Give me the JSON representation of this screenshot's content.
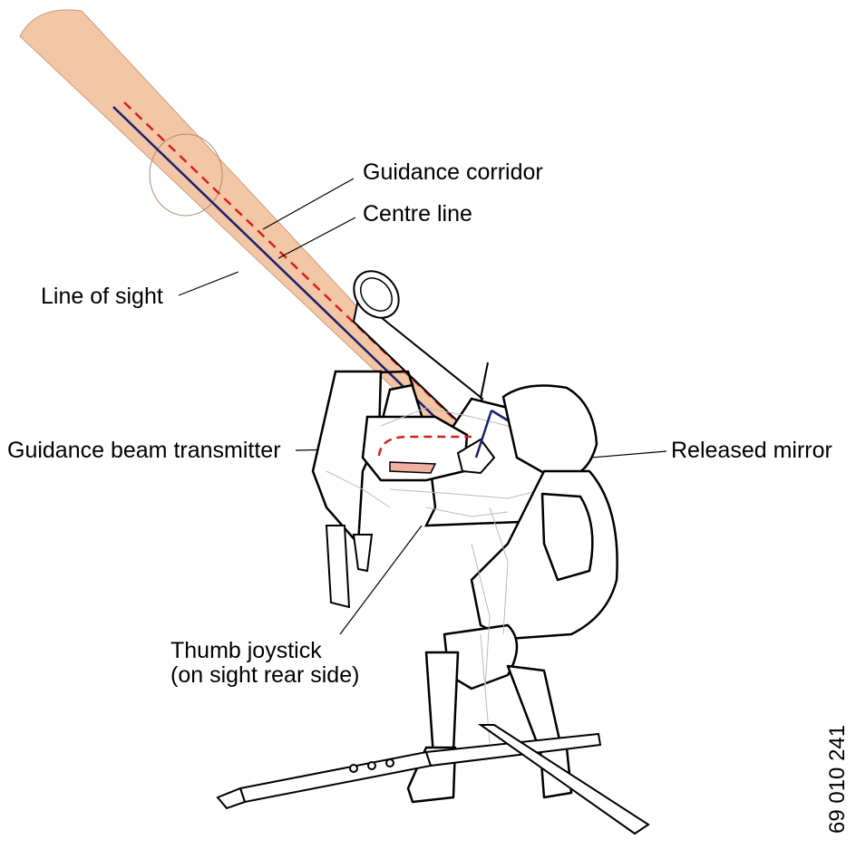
{
  "labels": {
    "guidance_corridor": "Guidance corridor",
    "centre_line": "Centre line",
    "line_of_sight": "Line of sight",
    "guidance_beam_transmitter": "Guidance beam transmitter",
    "released_mirror": "Released mirror",
    "thumb_joystick_line1": "Thumb joystick",
    "thumb_joystick_line2": "(on sight rear side)"
  },
  "document_number": "69 010 241",
  "colors": {
    "corridor_fill": "#f3c6a5",
    "centre_line": "#d42020",
    "line_of_sight": "#1a1f6e",
    "outline": "#000000"
  }
}
